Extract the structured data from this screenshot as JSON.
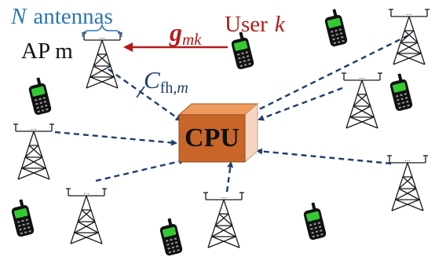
{
  "labels": {
    "antennas_n": "N",
    "antennas_word": "antennas",
    "ap": "AP m",
    "channel_symbol": "g",
    "channel_subscript": "mk",
    "user": "User",
    "user_index": "k",
    "fronthaul_symbol": "C",
    "fronthaul_subscript_text": "fh,",
    "fronthaul_subscript_var": "m",
    "cpu": "CPU",
    "antenna_dots": "..."
  },
  "colors": {
    "annotation_blue": "#2a74b5",
    "user_red": "#b31b1b",
    "link_navy": "#1f3d6e",
    "cpu_face": "#c8662a",
    "cpu_top": "#ef9a5e",
    "cpu_side": "#f6d6c2",
    "phone_body": "#111111",
    "phone_screen": "#35c935"
  },
  "icons": {
    "access_point": "antenna-tower-icon",
    "user_device": "mobile-phone-icon",
    "central_unit": "cpu-box-icon"
  }
}
